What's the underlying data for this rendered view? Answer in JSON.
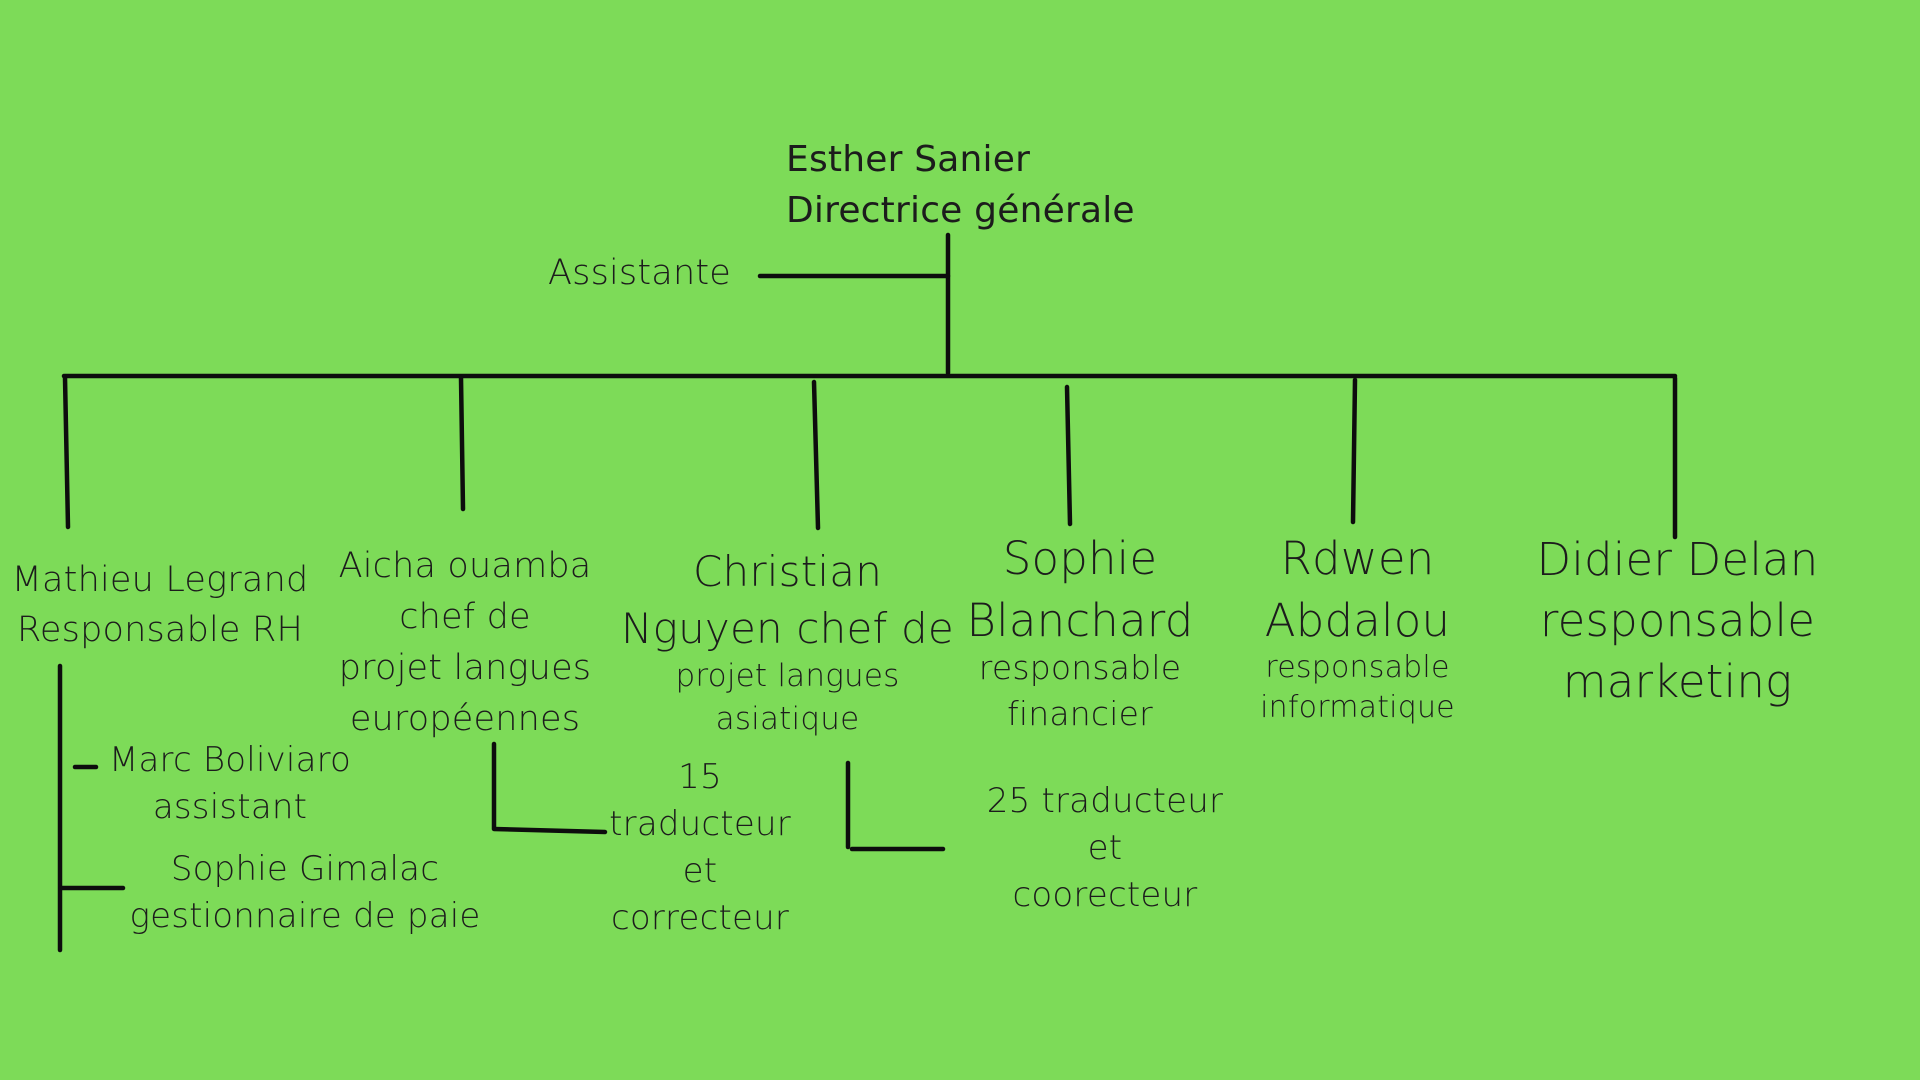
{
  "chart_data": {
    "type": "org-chart",
    "root": {
      "name": "Esther Sanier",
      "role": "Directrice générale",
      "assistant": "Assistante",
      "reports": [
        {
          "label_lines": [
            "Mathieu Legrand",
            "Responsable RH"
          ],
          "reports": [
            {
              "label_lines": [
                "Marc Boliviaro",
                "assistant"
              ]
            },
            {
              "label_lines": [
                "Sophie Gimalac",
                "gestionnaire de paie"
              ]
            }
          ]
        },
        {
          "label_lines": [
            "Aicha ouamba",
            "chef de",
            "projet langues",
            "européennes"
          ],
          "reports": [
            {
              "label_lines": [
                "15",
                "traducteur",
                "et",
                "correcteur"
              ]
            }
          ]
        },
        {
          "name_lines": [
            "Christian",
            "Nguyen chef de"
          ],
          "role_lines": [
            "projet langues",
            "asiatique"
          ],
          "reports": [
            {
              "label_lines": [
                "25 traducteur",
                "et",
                "coorecteur"
              ]
            }
          ]
        },
        {
          "name_lines": [
            "Sophie",
            "Blanchard"
          ],
          "role_lines": [
            "responsable",
            "financier"
          ]
        },
        {
          "name_lines": [
            "Rdwen",
            "Abdalou"
          ],
          "role_lines": [
            "responsable",
            "informatique"
          ]
        },
        {
          "label_lines": [
            "Didier Delan",
            "responsable",
            "marketing"
          ]
        }
      ]
    }
  },
  "colors": {
    "background": "#7ddb58",
    "lines": "#0d0d0d",
    "text": "#1c1c1c"
  }
}
